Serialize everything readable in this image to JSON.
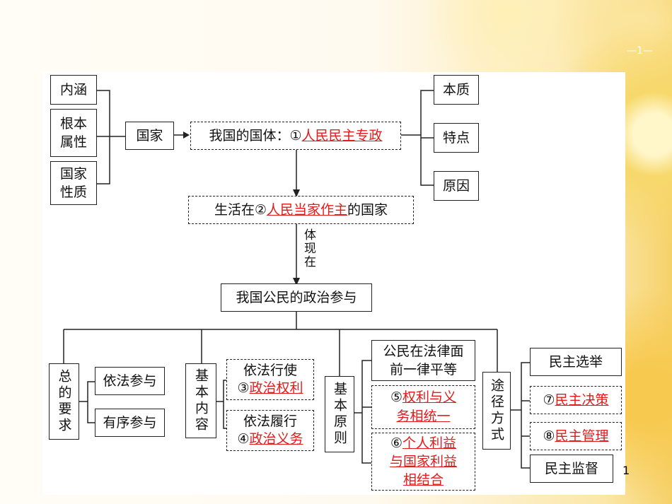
{
  "page_number": "—1—",
  "slide_number": "1",
  "nodes": {
    "neihan": "内涵",
    "genben": "根本属性",
    "guojia_xingzhi": "国家性质",
    "guojia": "国家",
    "guoti_prefix": "我国的国体：①",
    "guoti_answer": "人民民主专政",
    "benzhi": "本质",
    "tedian": "特点",
    "yuanyin": "原因",
    "shenghuo_prefix": "生活在②",
    "shenghuo_answer": "人民当家作主",
    "shenghuo_suffix": "的国家",
    "tixian": "体现在",
    "canyu": "我国公民的政治参与",
    "zong_yaoqiu": "总的要求",
    "yifa_canyu": "依法参与",
    "youxu_canyu": "有序参与",
    "jiben_neirong": "基本内容",
    "yifa_xingshi": "依法行使",
    "item3_num": "③",
    "item3_answer": "政治权利",
    "yifa_lvxing": "依法履行",
    "item4_num": "④",
    "item4_answer": "政治义务",
    "jiben_yuanze": "基本原则",
    "gongmin_pingdeng": "公民在法律面前一律平等",
    "item5_num": "⑤",
    "item5_answer_1": "权利与义",
    "item5_answer_2": "务相统一",
    "item6_num": "⑥",
    "item6_answer_1": "个人利益",
    "item6_answer_2": "与国家利益",
    "item6_answer_3": "相结合",
    "tujing_fangshi": "途径方式",
    "minzhu_xuanju": "民主选举",
    "item7_num": "⑦",
    "item7_answer": "民主决策",
    "item8_num": "⑧",
    "item8_answer": "民主管理",
    "minzhu_jiandu": "民主监督"
  }
}
